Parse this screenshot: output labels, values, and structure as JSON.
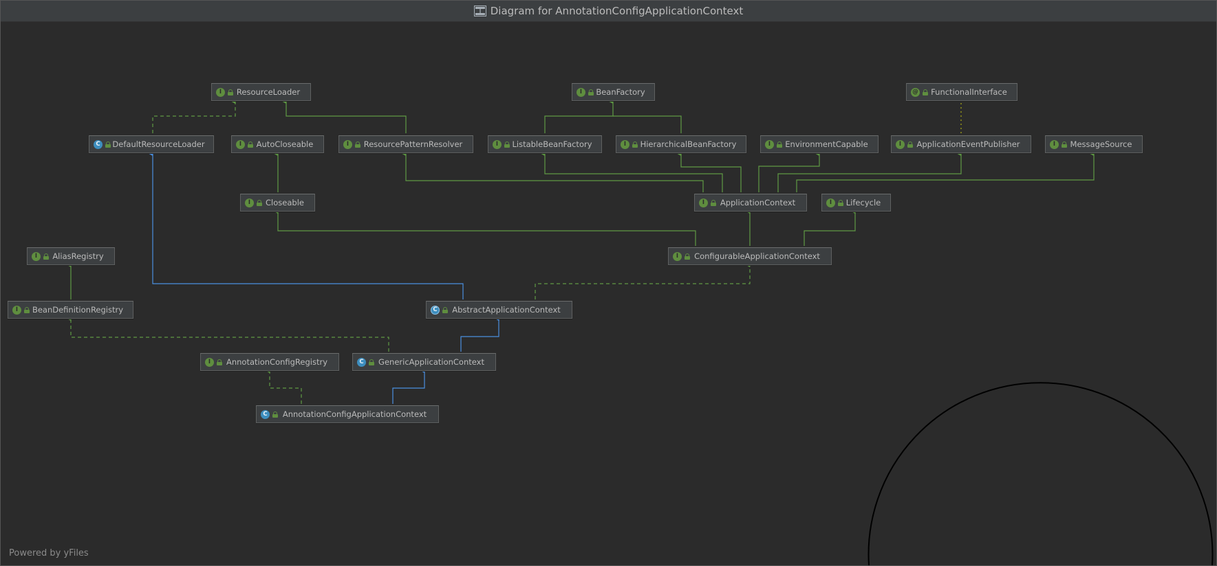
{
  "window": {
    "title": "Diagram for AnnotationConfigApplicationContext",
    "footer": "Powered by yFiles"
  },
  "colors": {
    "background": "#2b2b2b",
    "node_bg": "#3c3f41",
    "node_text": "#bbbbbb",
    "interface_edge": "#5f9a44",
    "class_edge": "#4a8fe0",
    "annotation_edge": "#9a9a18"
  },
  "nodes": {
    "resourceloader": {
      "label": "ResourceLoader",
      "kind": "interface"
    },
    "beanfactory": {
      "label": "BeanFactory",
      "kind": "interface"
    },
    "functionalinterface": {
      "label": "FunctionalInterface",
      "kind": "annotation"
    },
    "defaultresourceloader": {
      "label": "DefaultResourceLoader",
      "kind": "class"
    },
    "autocloseable": {
      "label": "AutoCloseable",
      "kind": "interface"
    },
    "resourcepatternresolver": {
      "label": "ResourcePatternResolver",
      "kind": "interface"
    },
    "listablebeanfactory": {
      "label": "ListableBeanFactory",
      "kind": "interface"
    },
    "hierarchicalbeanfactory": {
      "label": "HierarchicalBeanFactory",
      "kind": "interface"
    },
    "environmentcapable": {
      "label": "EnvironmentCapable",
      "kind": "interface"
    },
    "applicationeventpublisher": {
      "label": "ApplicationEventPublisher",
      "kind": "interface"
    },
    "messagesource": {
      "label": "MessageSource",
      "kind": "interface"
    },
    "closeable": {
      "label": "Closeable",
      "kind": "interface"
    },
    "applicationcontext": {
      "label": "ApplicationContext",
      "kind": "interface"
    },
    "lifecycle": {
      "label": "Lifecycle",
      "kind": "interface"
    },
    "configurableapplicationcontext": {
      "label": "ConfigurableApplicationContext",
      "kind": "interface"
    },
    "aliasregistry": {
      "label": "AliasRegistry",
      "kind": "interface"
    },
    "beandefinitionregistry": {
      "label": "BeanDefinitionRegistry",
      "kind": "interface"
    },
    "abstractapplicationcontext": {
      "label": "AbstractApplicationContext",
      "kind": "abstract"
    },
    "annotationconfigregistry": {
      "label": "AnnotationConfigRegistry",
      "kind": "interface"
    },
    "genericapplicationcontext": {
      "label": "GenericApplicationContext",
      "kind": "class"
    },
    "annotationconfigapplicationcontext": {
      "label": "AnnotationConfigApplicationContext",
      "kind": "class"
    }
  },
  "edges": [
    {
      "from": "defaultresourceloader",
      "to": "resourceloader",
      "type": "implements"
    },
    {
      "from": "resourcepatternresolver",
      "to": "resourceloader",
      "type": "extends-interface"
    },
    {
      "from": "listablebeanfactory",
      "to": "beanfactory",
      "type": "extends-interface"
    },
    {
      "from": "hierarchicalbeanfactory",
      "to": "beanfactory",
      "type": "extends-interface"
    },
    {
      "from": "applicationeventpublisher",
      "to": "functionalinterface",
      "type": "annotated"
    },
    {
      "from": "closeable",
      "to": "autocloseable",
      "type": "extends-interface"
    },
    {
      "from": "applicationcontext",
      "to": "resourcepatternresolver",
      "type": "extends-interface"
    },
    {
      "from": "applicationcontext",
      "to": "listablebeanfactory",
      "type": "extends-interface"
    },
    {
      "from": "applicationcontext",
      "to": "hierarchicalbeanfactory",
      "type": "extends-interface"
    },
    {
      "from": "applicationcontext",
      "to": "environmentcapable",
      "type": "extends-interface"
    },
    {
      "from": "applicationcontext",
      "to": "applicationeventpublisher",
      "type": "extends-interface"
    },
    {
      "from": "applicationcontext",
      "to": "messagesource",
      "type": "extends-interface"
    },
    {
      "from": "configurableapplicationcontext",
      "to": "applicationcontext",
      "type": "extends-interface"
    },
    {
      "from": "configurableapplicationcontext",
      "to": "lifecycle",
      "type": "extends-interface"
    },
    {
      "from": "configurableapplicationcontext",
      "to": "closeable",
      "type": "extends-interface"
    },
    {
      "from": "beandefinitionregistry",
      "to": "aliasregistry",
      "type": "extends-interface"
    },
    {
      "from": "abstractapplicationcontext",
      "to": "configurableapplicationcontext",
      "type": "implements"
    },
    {
      "from": "abstractapplicationcontext",
      "to": "defaultresourceloader",
      "type": "extends-class"
    },
    {
      "from": "genericapplicationcontext",
      "to": "abstractapplicationcontext",
      "type": "extends-class"
    },
    {
      "from": "genericapplicationcontext",
      "to": "beandefinitionregistry",
      "type": "implements"
    },
    {
      "from": "annotationconfigapplicationcontext",
      "to": "genericapplicationcontext",
      "type": "extends-class"
    },
    {
      "from": "annotationconfigapplicationcontext",
      "to": "annotationconfigregistry",
      "type": "implements"
    }
  ]
}
